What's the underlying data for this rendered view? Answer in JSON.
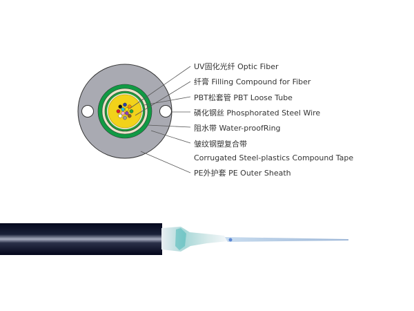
{
  "labels": {
    "optic_fiber": "UV固化光纤 Optic Fiber",
    "filling_compound": "纤膏 Filling Compound for Fiber",
    "loose_tube": "PBT松套管 PBT Loose Tube",
    "steel_wire": "磷化钢丝 Phosphorated Steel Wire",
    "water_proof": "阻水带 Water-proofRing",
    "corrugated_cn": "皱纹钢塑复合带",
    "corrugated_en": "Corrugated Steel-plastics Compound Tape",
    "outer_sheath": "PE外护套 PE Outer Sheath"
  },
  "colors": {
    "sheath": "#a9aab2",
    "outline": "#333333",
    "armor_green": "#119a44",
    "water_ring": "#e9e4c8",
    "tube_green": "#1e9a3c",
    "filling_yellow": "#f2d21a",
    "cable_black": "#05081e",
    "leader": "#555555"
  },
  "fibers": [
    {
      "color": "#2a3fa8"
    },
    {
      "color": "#ff8a00"
    },
    {
      "color": "#1fa83a"
    },
    {
      "color": "#8a5a2b"
    },
    {
      "color": "#9a9a9a"
    },
    {
      "color": "#ffffff"
    },
    {
      "color": "#e01b24"
    },
    {
      "color": "#111111"
    },
    {
      "color": "#f5d90a"
    },
    {
      "color": "#8a3fb5"
    },
    {
      "color": "#f5a6c6"
    },
    {
      "color": "#27c6d9"
    }
  ]
}
